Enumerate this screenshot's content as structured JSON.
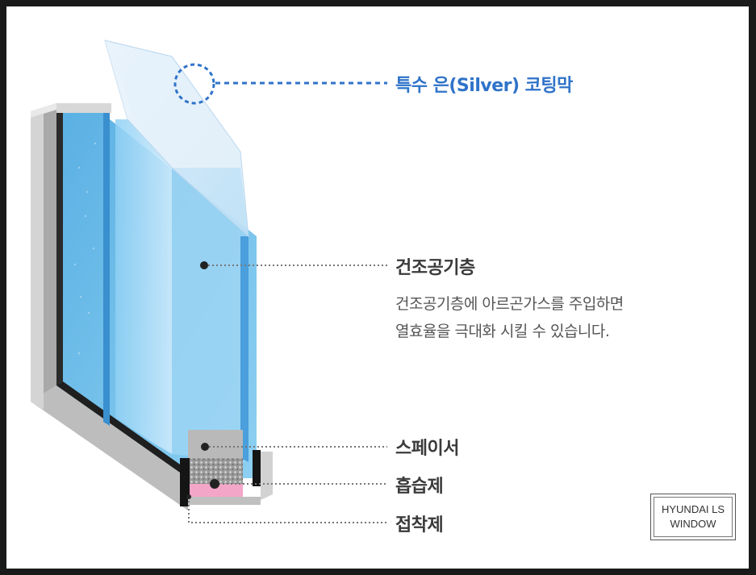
{
  "labels": {
    "silver_coating": "특수 은(Silver) 코팅막",
    "dry_air_layer": "건조공기층",
    "dry_air_desc_line1": "건조공기층에 아르곤가스를 주입하면",
    "dry_air_desc_line2": "열효율을 극대화 시킬 수 있습니다.",
    "spacer": "스페이서",
    "desiccant": "흡습제",
    "adhesive": "접착제"
  },
  "logo": {
    "line1": "HYUNDAI LS",
    "line2": "WINDOW"
  },
  "colors": {
    "accent_blue": "#2f73c9",
    "glass_blue": "#6fc0ec",
    "frame_gray": "#c9c9c9",
    "adhesive_pink": "#f3a6c8"
  },
  "icons": [
    "callout-dot-icon",
    "dashed-circle-icon"
  ]
}
